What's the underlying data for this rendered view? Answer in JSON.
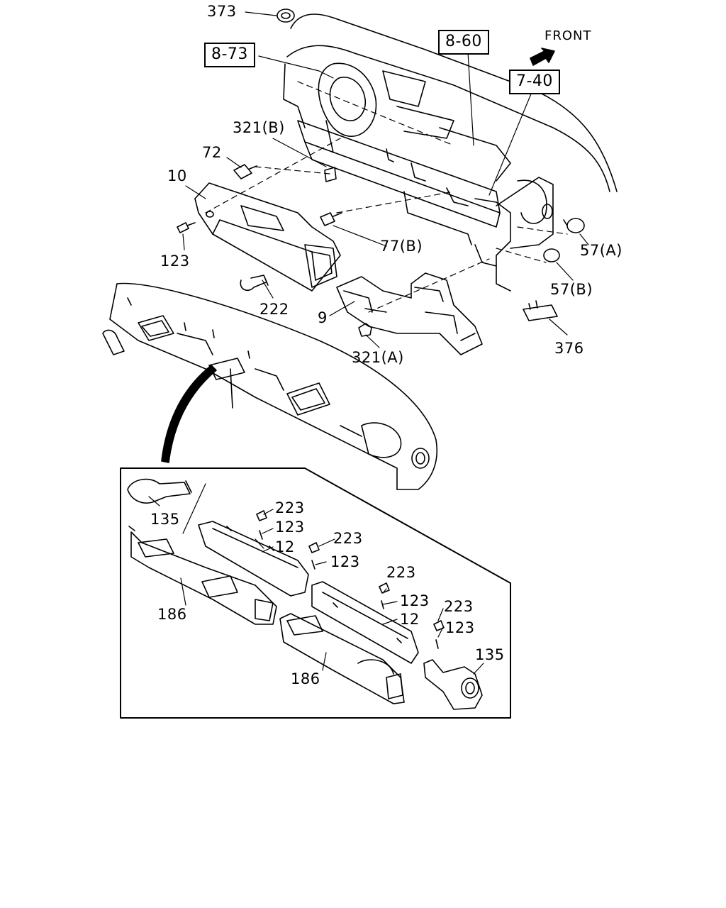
{
  "direction_label": "FRONT",
  "reference_boxes": {
    "ref_8_73": "8-73",
    "ref_8_60": "8-60",
    "ref_7_40": "7-40"
  },
  "callouts": {
    "c373": "373",
    "c321b": "321(B)",
    "c72": "72",
    "c10": "10",
    "c123_top": "123",
    "c77b": "77(B)",
    "c57a": "57(A)",
    "c57b": "57(B)",
    "c222": "222",
    "c9": "9",
    "c321a": "321(A)",
    "c376": "376",
    "c135_left": "135",
    "c223_1": "223",
    "c123_1": "123",
    "c12_1": "12",
    "c223_2": "223",
    "c123_2": "123",
    "c186_left": "186",
    "c223_3": "223",
    "c123_3": "123",
    "c12_2": "12",
    "c223_4": "223",
    "c123_4": "123",
    "c135_right": "135",
    "c186_right": "186"
  },
  "icons": [
    "front-arrow-icon"
  ]
}
